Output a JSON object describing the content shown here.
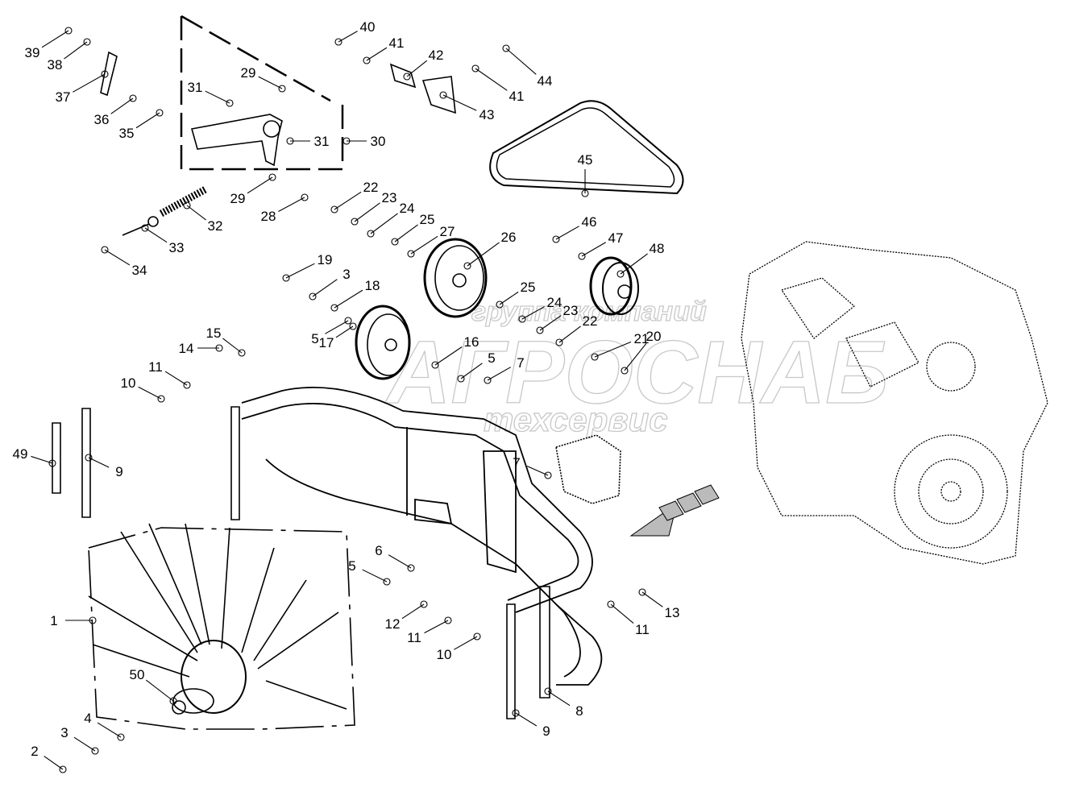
{
  "diagram": {
    "callouts": [
      "39",
      "38",
      "40",
      "41",
      "42",
      "37",
      "29",
      "31",
      "44",
      "41",
      "43",
      "36",
      "35",
      "31",
      "30",
      "45",
      "22",
      "23",
      "24",
      "29",
      "32",
      "28",
      "25",
      "27",
      "26",
      "46",
      "47",
      "48",
      "33",
      "34",
      "19",
      "3",
      "18",
      "25",
      "24",
      "23",
      "22",
      "15",
      "5",
      "21",
      "14",
      "16",
      "17",
      "5",
      "7",
      "20",
      "11",
      "10",
      "49",
      "9",
      "7",
      "6",
      "5",
      "1",
      "12",
      "11",
      "13",
      "11",
      "10",
      "8",
      "50",
      "4",
      "3",
      "2",
      "9"
    ],
    "watermark": {
      "line1": "группа компаний",
      "line2": "АГРОСНАБ",
      "line3": "техсервис"
    },
    "colors": {
      "ink": "#000000",
      "watermark": "#c8c8c8",
      "arrow_fill": "#bbbbbb"
    }
  }
}
